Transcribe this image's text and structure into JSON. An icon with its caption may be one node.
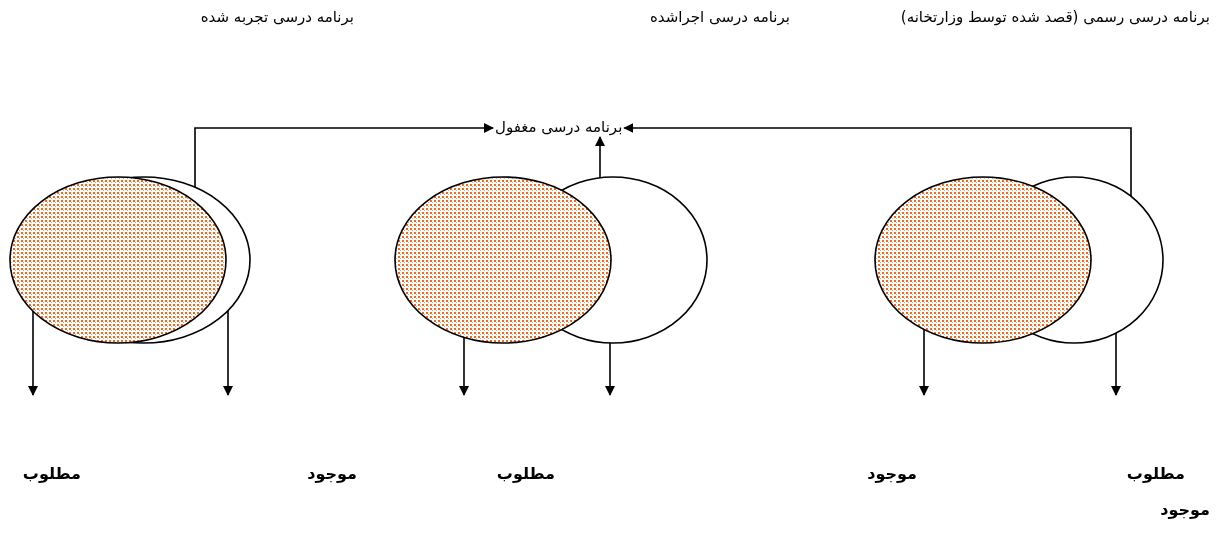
{
  "diagram": {
    "nodes": [
      {
        "text": [],
        "shape": "ellipse"
      },
      {
        "text": [],
        "shape": "ellipse"
      },
      {
        "text": [],
        "shape": "ellipse"
      },
      {
        "text": [],
        "shape": "ellipse"
      },
      {
        "text": [],
        "shape": "ellipse"
      },
      {
        "text": [],
        "shape": "ellipse"
      },
      {
        "text": [
          "برنامه درسی مغفول"
        ]
      }
    ],
    "edges": [
      {
        "from": 1,
        "to": 6,
        "arrow": "to"
      },
      {
        "from": 5,
        "to": 6,
        "arrow": "to"
      },
      {
        "from": 3,
        "to": 6,
        "arrow": "to"
      },
      {
        "from": 0,
        "to": null,
        "arrow": "to"
      },
      {
        "from": 1,
        "to": null,
        "arrow": "to"
      },
      {
        "from": 2,
        "to": null,
        "arrow": "to"
      },
      {
        "from": 3,
        "to": null,
        "arrow": "to"
      },
      {
        "from": 4,
        "to": null,
        "arrow": "to"
      },
      {
        "from": 5,
        "to": null,
        "arrow": "to"
      }
    ],
    "labels": [
      "برنامه درسی رسمی (قصد شده توسط وزارتخانه)",
      "برنامه درسی اجراشده",
      "برنامه درسی تجربه شده",
      "مطلوب",
      "موجود",
      "مطلوب",
      "موجود",
      "مطلوب",
      "موجود"
    ]
  }
}
